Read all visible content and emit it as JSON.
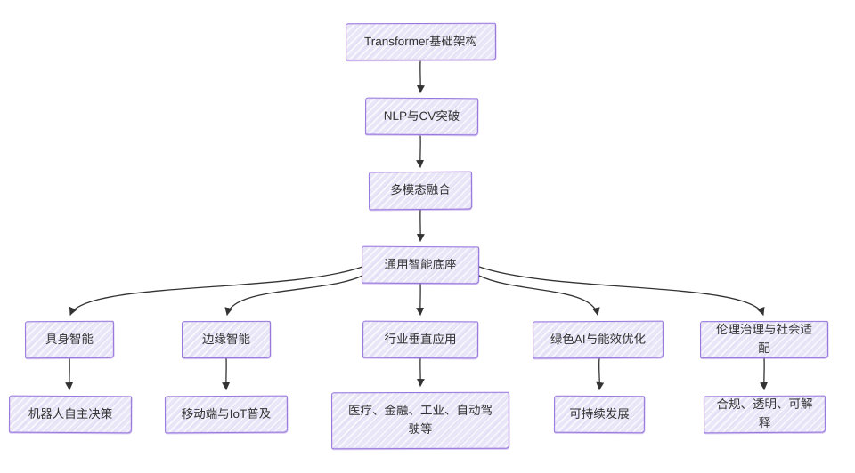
{
  "diagram": {
    "type": "flowchart-top-down",
    "background": "#ffffff",
    "theme": {
      "node_fill": "#e9e6f8",
      "node_border": "#9370db",
      "node_text": "#333333",
      "edge_color": "#333333",
      "style": "hand-drawn-sketch"
    },
    "nodes": {
      "transformer": {
        "label": "Transformer基础架构"
      },
      "nlp_cv": {
        "label": "NLP与CV突破"
      },
      "multimodal": {
        "label": "多模态融合"
      },
      "agi_base": {
        "label": "通用智能底座"
      },
      "embodied": {
        "label": "具身智能"
      },
      "edge_ai": {
        "label": "边缘智能"
      },
      "vertical_apps": {
        "label": "行业垂直应用"
      },
      "green_ai": {
        "label": "绿色AI与能效优化"
      },
      "ethics": {
        "label": "伦理治理与社会适配"
      },
      "robot_decision": {
        "label": "机器人自主决策"
      },
      "mobile_iot": {
        "label": "移动端与IoT普及"
      },
      "industries": {
        "label": "医疗、金融、工业、自动驾驶等"
      },
      "sustainable": {
        "label": "可持续发展"
      },
      "compliance": {
        "label": "合规、透明、可解释"
      }
    },
    "edges": [
      {
        "from": "transformer",
        "to": "nlp_cv"
      },
      {
        "from": "nlp_cv",
        "to": "multimodal"
      },
      {
        "from": "multimodal",
        "to": "agi_base"
      },
      {
        "from": "agi_base",
        "to": "embodied"
      },
      {
        "from": "agi_base",
        "to": "edge_ai"
      },
      {
        "from": "agi_base",
        "to": "vertical_apps"
      },
      {
        "from": "agi_base",
        "to": "green_ai"
      },
      {
        "from": "agi_base",
        "to": "ethics"
      },
      {
        "from": "embodied",
        "to": "robot_decision"
      },
      {
        "from": "edge_ai",
        "to": "mobile_iot"
      },
      {
        "from": "vertical_apps",
        "to": "industries"
      },
      {
        "from": "green_ai",
        "to": "sustainable"
      },
      {
        "from": "ethics",
        "to": "compliance"
      }
    ]
  }
}
